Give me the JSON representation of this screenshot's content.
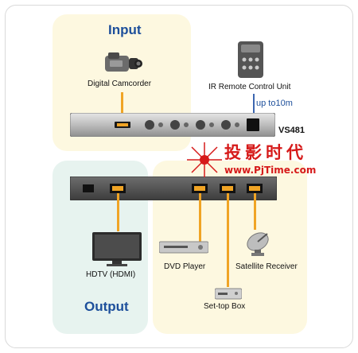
{
  "sections": {
    "input_title": "Input",
    "output_title": "Output"
  },
  "devices": {
    "camcorder_label": "Digital Camcorder",
    "remote_label": "IR Remote Control Unit",
    "remote_range": "up to10m",
    "switch_model": "VS481",
    "hdtv_label": "HDTV (HDMI)",
    "dvd_label": "DVD Player",
    "settop_label": "Set-top Box",
    "satellite_label": "Satellite Receiver"
  },
  "watermark": {
    "chinese": "投影时代",
    "url": "www.PjTime.com"
  },
  "colors": {
    "input_panel": "#fdf8e0",
    "output_panel": "#e7f3ef",
    "cable": "#f0a425",
    "ir_link": "#3c66b0",
    "title_text": "#1d4f9b",
    "watermark": "#d61a1a"
  }
}
